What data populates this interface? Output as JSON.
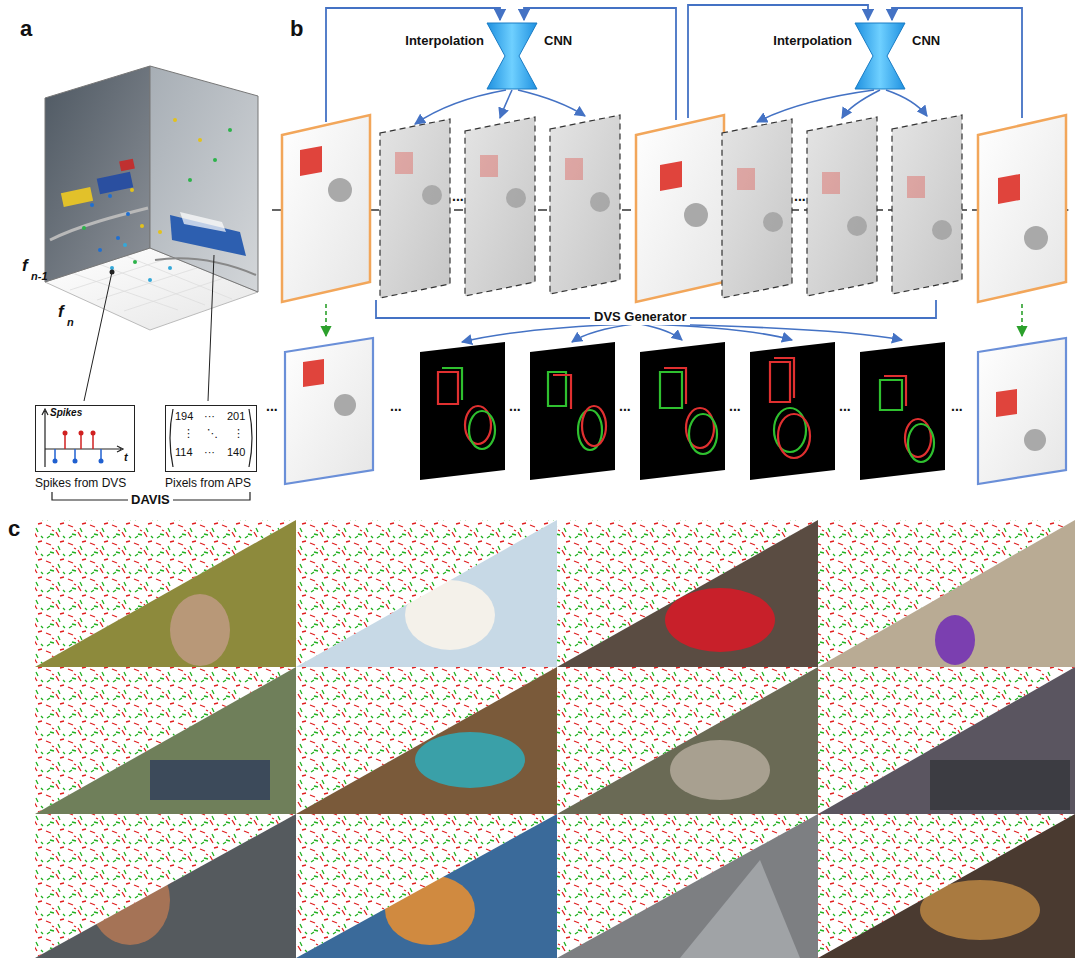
{
  "diagram": {
    "nodes": [
      {
        "text": [
          "Interpolation",
          "CNN"
        ]
      },
      {
        "text": [
          "Interpolation",
          "CNN"
        ]
      },
      {
        "text": [
          "Spikes",
          "t",
          "Spikes from DVS"
        ]
      },
      {
        "text": [
          "194",
          "···",
          "201",
          "⋮",
          "⋱",
          "⋮",
          "114",
          "···",
          "140",
          "Pixels from APS"
        ]
      }
    ],
    "labels": [
      "a",
      "b",
      "c",
      "f",
      "n-1",
      "f",
      "n",
      "DAVIS",
      "DVS Generator",
      "...",
      "...",
      "...",
      "...",
      "...",
      "...",
      "...",
      "...",
      "..."
    ]
  }
}
